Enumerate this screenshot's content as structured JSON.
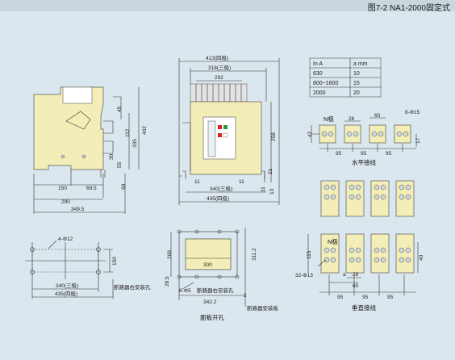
{
  "header": {
    "title": "图7-2 NA1-2000固定式"
  },
  "colors": {
    "body_fill": "#f3eeb8",
    "background": "#dbe7ee",
    "header_bg": "#c9d6dd",
    "red_button": "#e02020",
    "green_button": "#2a9a3a"
  },
  "side_view": {
    "dims": [
      "45",
      "112",
      "335",
      "402",
      "55",
      "30",
      "150",
      "69.5",
      "290",
      "349.5",
      "60"
    ]
  },
  "front_view": {
    "dims": [
      "413(四极)",
      "318(三极)",
      "292",
      "258",
      "11",
      "11",
      "21",
      "340(三极)",
      "435(四极)",
      "11",
      "13"
    ]
  },
  "table": {
    "headers": [
      "In A",
      "a mm"
    ],
    "rows": [
      [
        "630",
        "10"
      ],
      [
        "800~1600",
        "15"
      ],
      [
        "2000",
        "20"
      ]
    ]
  },
  "horizontal": {
    "title": "水平接线",
    "dims": [
      "N极",
      "26",
      "60",
      "8-Φ15",
      "42",
      "17",
      "95",
      "95",
      "95"
    ]
  },
  "mounting": {
    "dims": [
      "4-Φ12",
      "150",
      "340(三极)",
      "435(四极)"
    ],
    "note": "断路器右安装孔"
  },
  "panel": {
    "title": "面板开孔",
    "dims": [
      "269",
      "311.2",
      "300",
      "28.5",
      "8-Φ5",
      "342.2",
      "2"
    ],
    "note1": "断路器右安装孔",
    "note2": "断路器安装板"
  },
  "vertical": {
    "title": "垂直接线",
    "dims": [
      "N极",
      "115",
      "40",
      "32-Φ13",
      "a",
      "28",
      "60",
      "95",
      "95",
      "95"
    ]
  }
}
